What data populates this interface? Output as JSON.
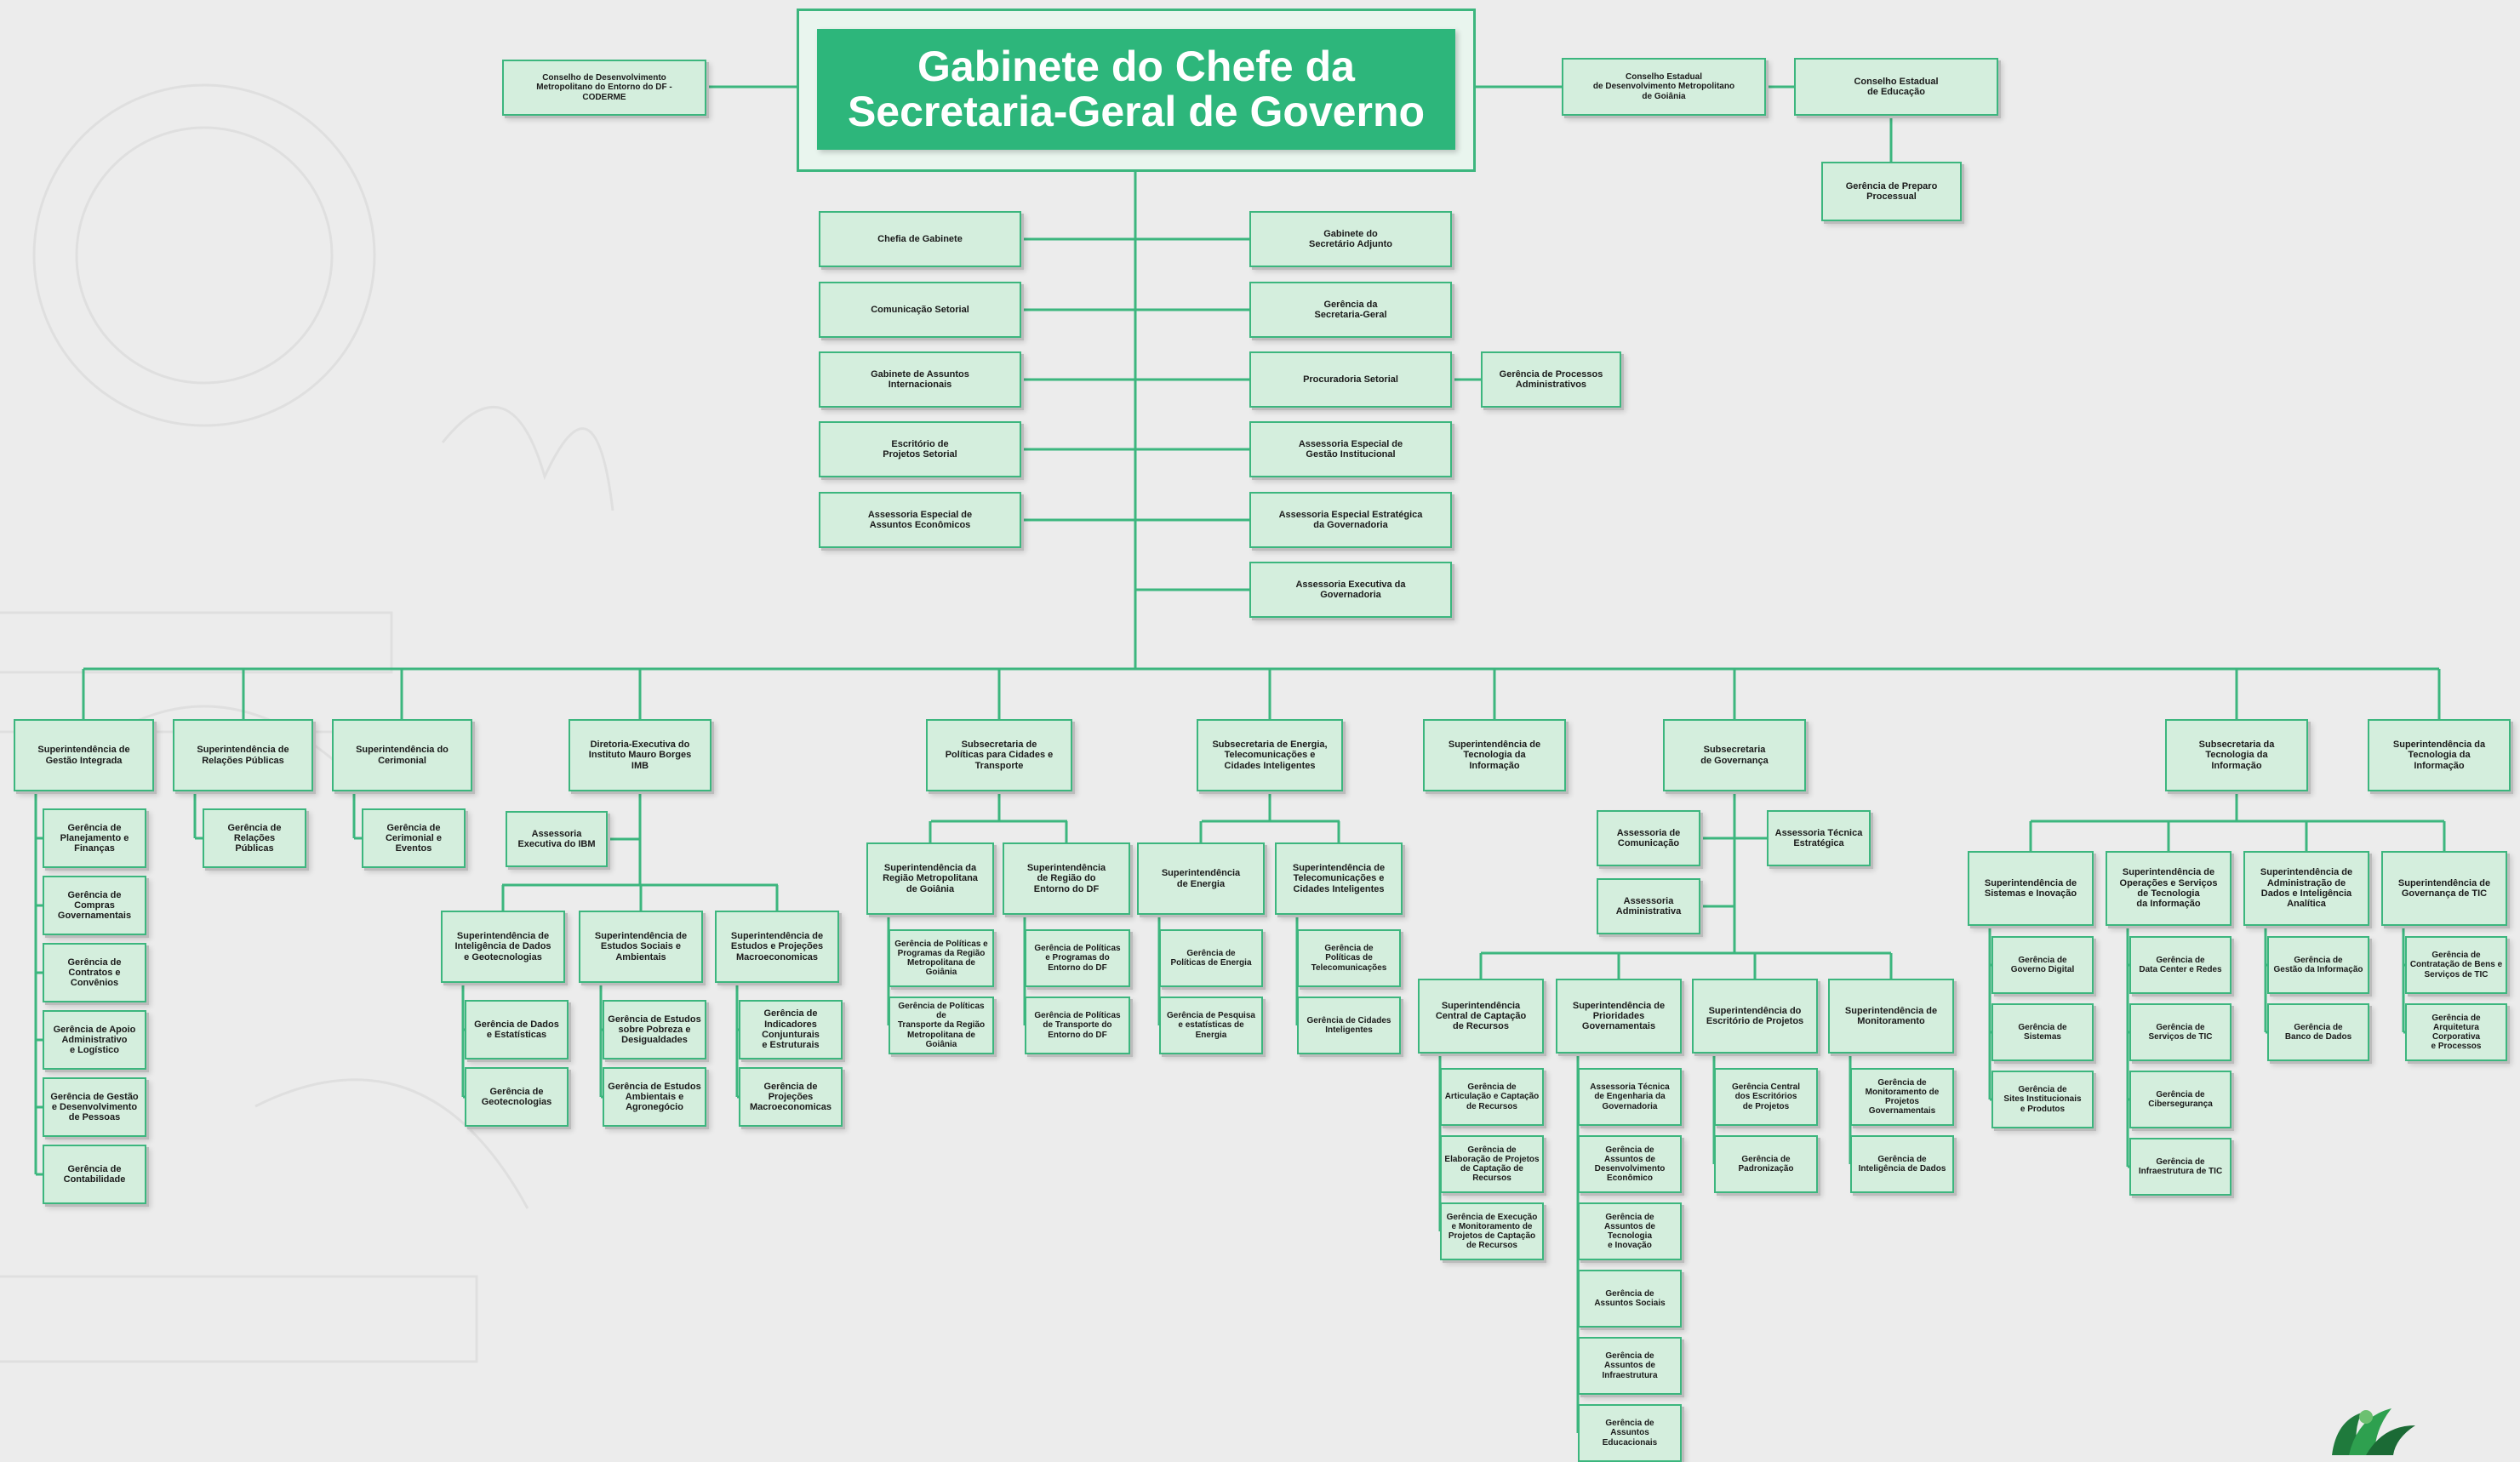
{
  "title": "Gabinete do Chefe da\nSecretaria-Geral de Governo",
  "colors": {
    "line": "#3cb67e",
    "node_fill": "#d4eedd",
    "title_fill": "#2db67b",
    "background": "#ececec"
  },
  "top_left": {
    "coderme": "Conselho de Desenvolvimento\nMetropolitano do Entorno do DF -\nCODERME"
  },
  "top_right": {
    "conselho_goiania": "Conselho Estadual\nde Desenvolvimento Metropolitano\nde Goiânia",
    "conselho_educacao": "Conselho Estadual\nde Educação",
    "preparo_processual": "Gerência de Preparo\nProcessual"
  },
  "staff_left": [
    "Chefia de Gabinete",
    "Comunicação Setorial",
    "Gabinete de Assuntos\nInternacionais",
    "Escritório de\nProjetos Setorial",
    "Assessoria Especial de\nAssuntos Econômicos"
  ],
  "staff_right": [
    "Gabinete do\nSecretário Adjunto",
    "Gerência da\nSecretaria-Geral",
    "Procuradoria Setorial",
    "Assessoria Especial de\nGestão  Institucional",
    "Assessoria Especial Estratégica\nda Governadoria",
    "Assessoria Executiva da\nGovernadoria"
  ],
  "processos_adm": "Gerência de Processos\nAdministrativos",
  "sup_gestao": {
    "head": "Superintendência de\nGestão Integrada",
    "items": [
      "Gerência de\nPlanejamento e\nFinanças",
      "Gerência de\nCompras\nGovernamentais",
      "Gerência de\nContratos e\nConvênios",
      "Gerência de Apoio\nAdministrativo\ne Logístico",
      "Gerência de Gestão\ne Desenvolvimento\nde Pessoas",
      "Gerência de\nContabilidade"
    ]
  },
  "sup_relacoes": {
    "head": "Superintendência de\nRelações Públicas",
    "items": [
      "Gerência de\nRelações\nPúblicas"
    ]
  },
  "sup_cerimonial": {
    "head": "Superintendência do\nCerimonial",
    "items": [
      "Gerência de\nCerimonial e\nEventos"
    ]
  },
  "imb": {
    "head": "Diretoria-Executiva do\nInstituto Mauro Borges\nIMB",
    "assessoria": "Assessoria\nExecutiva do IBM",
    "subs": [
      {
        "head": "Superintendência de\nInteligência de Dados\ne Geotecnologias",
        "items": [
          "Gerência de Dados\ne Estatísticas",
          "Gerência de\nGeotecnologias"
        ]
      },
      {
        "head": "Superintendência de\nEstudos Sociais e\nAmbientais",
        "items": [
          "Gerência de Estudos\nsobre Pobreza e\nDesigualdades",
          "Gerência de Estudos\nAmbientais e\nAgronegócio"
        ]
      },
      {
        "head": "Superintendência de\nEstudos e Projeções\nMacroeconomicas",
        "items": [
          "Gerência de\nIndicadores\nConjunturais\ne Estruturais",
          "Gerência de\nProjeções\nMacroeconomicas"
        ]
      }
    ]
  },
  "sub_cidades": {
    "head": "Subsecretaria de\nPolíticas para Cidades e\nTransporte",
    "subs": [
      {
        "head": "Superintendência da\nRegião Metropolitana\nde Goiânia",
        "items": [
          "Gerência de Políticas e\nProgramas da Região\nMetropolitana de Goiânia",
          "Gerência de Políticas de\nTransporte da Região\nMetropolitana de Goiânia"
        ]
      },
      {
        "head": "Superintendência\nde Região do\nEntorno do DF",
        "items": [
          "Gerência de Políticas\ne Programas do\nEntorno do DF",
          "Gerência de Políticas\nde Transporte do\nEntorno do DF"
        ]
      }
    ]
  },
  "sub_energia": {
    "head": "Subsecretaria de Energia,\nTelecomunicações e\nCidades Inteligentes",
    "subs": [
      {
        "head": "Superintendência\nde Energia",
        "items": [
          "Gerência de\nPolíticas de Energia",
          "Gerência de Pesquisa\ne estatísticas de\nEnergia"
        ]
      },
      {
        "head": "Superintendência de\nTelecomunicações e\nCidades Inteligentes",
        "items": [
          "Gerência de\nPolíticas de\nTelecomunicações",
          "Gerência de Cidades\nInteligentes"
        ]
      }
    ]
  },
  "sup_ti_a": "Superintendência de\nTecnologia da\nInformação",
  "sub_governanca": {
    "head": "Subsecretaria\nde Governança",
    "assessoria_comunicacao": "Assessoria de\nComunicação",
    "assessoria_administrativa": "Assessoria\nAdministrativa",
    "assessoria_tecnica": "Assessoria Técnica\nEstratégica",
    "subs": [
      {
        "head": "Superintendência\nCentral de Captação\nde Recursos",
        "items": [
          "Gerência de\nArticulação e Captação\nde Recursos",
          "Gerência de\nElaboração de Projetos\nde Captação de Recursos",
          "Gerência de Execução\ne Monitoramento de\nProjetos de Captação\nde Recursos"
        ]
      },
      {
        "head": "Superintendência de\nPrioridades\nGovernamentais",
        "items": [
          "Assessoria Técnica\nde Engenharia da\nGovernadoria",
          "Gerência de\nAssuntos de\nDesenvolvimento\nEconômico",
          "Gerência de\nAssuntos de Tecnologia\ne Inovação",
          "Gerência de\nAssuntos Sociais",
          "Gerência de\nAssuntos de\nInfraestrutura",
          "Gerência de\nAssuntos\nEducacionais"
        ]
      },
      {
        "head": "Superintendência do\nEscritório de Projetos",
        "items": [
          "Gerência Central\ndos Escritórios\nde Projetos",
          "Gerência de\nPadronização"
        ]
      },
      {
        "head": "Superintendência de\nMonitoramento",
        "items": [
          "Gerência de\nMonitoramento de\nProjetos\nGovernamentais",
          "Gerência de\nInteligência de Dados"
        ]
      }
    ]
  },
  "sub_ti": {
    "head": "Subsecretaria da\nTecnologia da\nInformação",
    "subs": [
      {
        "head": "Superintendência de\nSistemas e Inovação",
        "items": [
          "Gerência de\nGoverno Digital",
          "Gerência de\nSistemas",
          "Gerência de\nSites Institucionais\ne Produtos"
        ]
      },
      {
        "head": "Superintendência de\nOperações e Serviços\nde Tecnologia\nda Informação",
        "items": [
          "Gerência de\nData Center e Redes",
          "Gerência de\nServiços de TIC",
          "Gerência de\nCibersegurança",
          "Gerência de\nInfraestrutura de TIC"
        ]
      },
      {
        "head": "Superintendência de\nAdministração de\nDados e Inteligência\nAnalítica",
        "items": [
          "Gerência de\nGestão da Informação",
          "Gerência de\nBanco de Dados"
        ]
      },
      {
        "head": "Superintendência de\nGovernança de TIC",
        "items": [
          "Gerência de\nContratação de Bens e\nServiços de TIC",
          "Gerência de\nArquitetura Corporativa\ne Processos"
        ]
      }
    ]
  },
  "sup_ti_b": "Superintendência da\nTecnologia da\nInformação"
}
